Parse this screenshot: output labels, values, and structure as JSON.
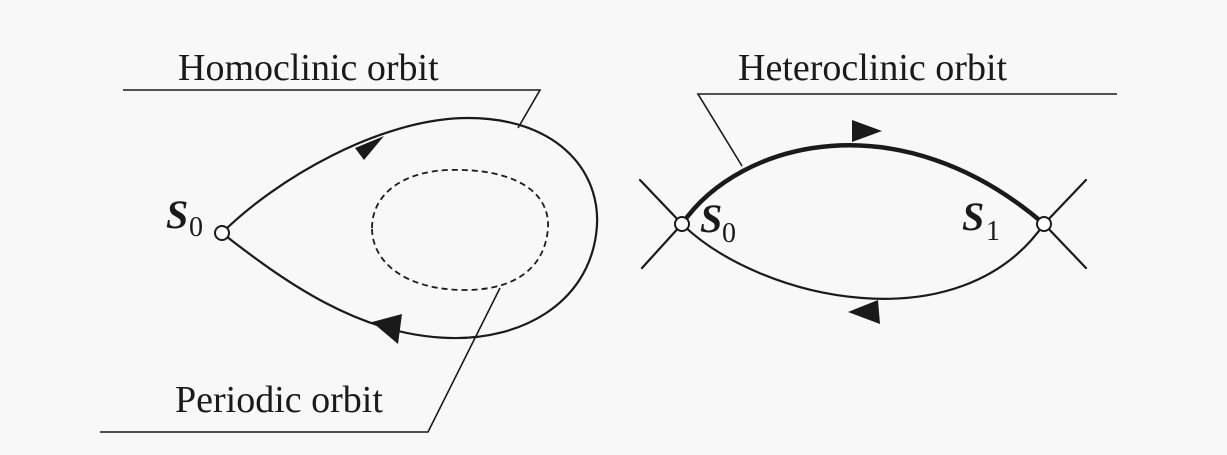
{
  "labels": {
    "homoclinic": "Homoclinic orbit",
    "periodic": "Periodic orbit",
    "heteroclinic": "Heteroclinic orbit"
  },
  "points": {
    "left_s0_letter": "S",
    "left_s0_sub": "0",
    "right_s0_letter": "S",
    "right_s0_sub": "0",
    "s1_letter": "S",
    "s1_sub": "1"
  },
  "colors": {
    "ink": "#1a1a1a",
    "background": "#f8f8f8"
  }
}
